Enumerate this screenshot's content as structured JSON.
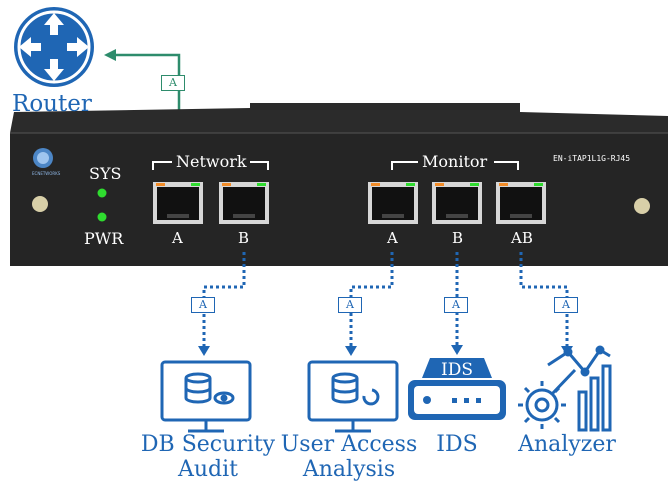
{
  "device": {
    "model": "EN-iTAP1L1G-RJ45",
    "brand": "ECNETWORKS",
    "indicators": [
      "SYS",
      "PWR"
    ],
    "network_group": "Network",
    "monitor_group": "Monitor",
    "network_ports": [
      "A",
      "B"
    ],
    "monitor_ports": [
      "A",
      "B",
      "AB"
    ]
  },
  "router": {
    "label": "Router",
    "link_tag": "A"
  },
  "tools": [
    {
      "label": [
        "DB Security",
        "Audit"
      ],
      "link_tag": "A",
      "icon": "database-eye-monitor-icon"
    },
    {
      "label": [
        "User Access",
        "Analysis"
      ],
      "link_tag": "A",
      "icon": "database-sync-monitor-icon"
    },
    {
      "label": [
        "IDS"
      ],
      "link_tag": "A",
      "icon": "ids-appliance-icon",
      "badge": "IDS"
    },
    {
      "label": [
        "Analyzer"
      ],
      "link_tag": "A",
      "icon": "analyzer-gear-chart-icon"
    }
  ],
  "colors": {
    "link_green": "#2e8c6c",
    "link_blue": "#1f66b4",
    "chassis": "#2b2b2b",
    "led": "#2fdc2f"
  }
}
